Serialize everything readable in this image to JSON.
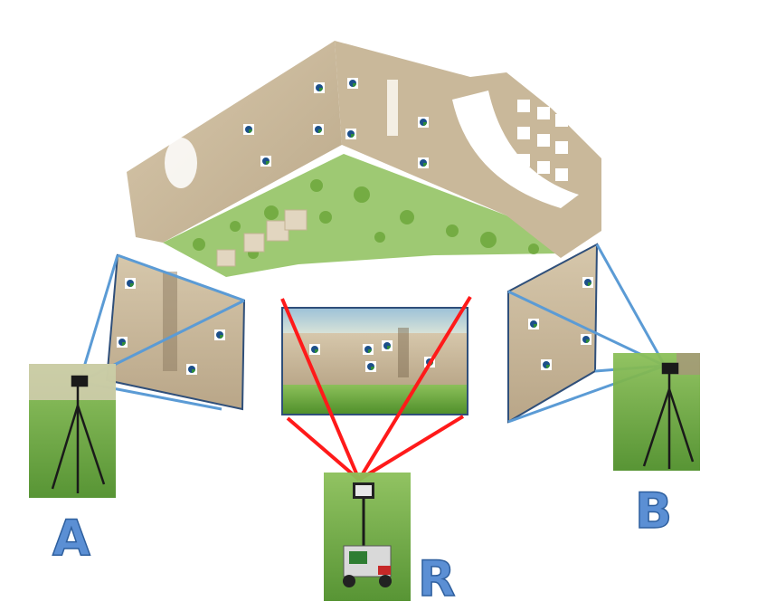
{
  "labels": {
    "camera_a": "A",
    "camera_b": "B",
    "robot": "R"
  },
  "colors": {
    "camera_ray": "#5b9bd5",
    "robot_ray": "#ff1a1a",
    "label_fill": "#5b8fd4",
    "label_stroke": "#2e5f9e",
    "wall": "#cfbfa3",
    "grass": "#7fb84a"
  },
  "icons": {
    "markers": "target-marker-icon",
    "tripod": "tripod-camera-icon",
    "robot": "mobile-robot-icon"
  }
}
